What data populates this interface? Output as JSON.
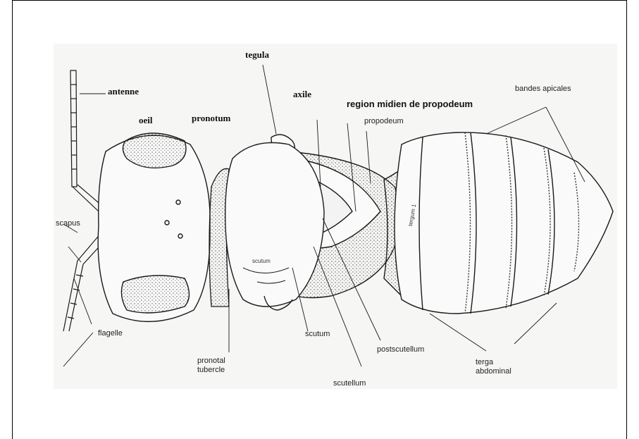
{
  "labels": {
    "antenne": "antenne",
    "oeil": "oeil",
    "pronotum": "pronotum",
    "tegula": "tegula",
    "axile": "axile",
    "region_midien": "region midien de propodeum",
    "propodeum": "propodeum",
    "bandes_apicales": "bandes apicales",
    "scapus": "scapus",
    "flagelle": "flagelle",
    "pronotal_tubercle_1": "pronotal",
    "pronotal_tubercle_2": "tubercle",
    "scutum": "scutum",
    "scutellum": "scutellum",
    "postscutellum": "postscutellum",
    "terga_1": "terga",
    "terga_2": "abdominal",
    "scutum_inner": "scutum",
    "tergum_inner": "tergum 1"
  },
  "colors": {
    "line": "#1a1a1a",
    "stipple": "#555555",
    "paper": "#f6f6f4"
  }
}
